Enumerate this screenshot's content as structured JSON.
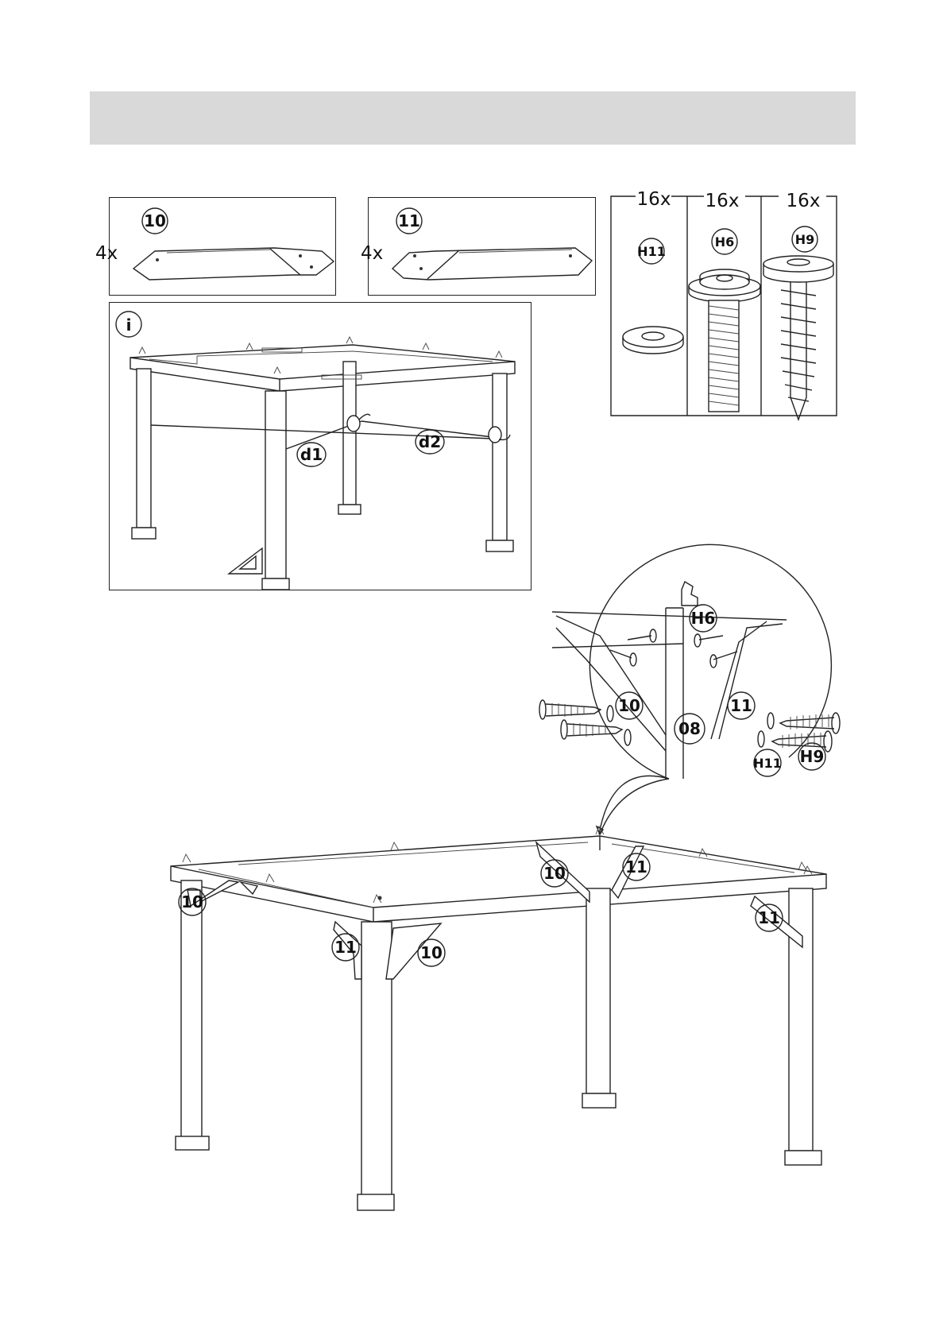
{
  "parts": [
    {
      "id": "10",
      "quantity": "4x"
    },
    {
      "id": "11",
      "quantity": "4x"
    }
  ],
  "hardware": [
    {
      "id": "H11",
      "quantity": "16x"
    },
    {
      "id": "H6",
      "quantity": "16x"
    },
    {
      "id": "H9",
      "quantity": "16x"
    }
  ],
  "info_panel": {
    "icon": "i",
    "labels": {
      "d1": "d1",
      "d2": "d2"
    }
  },
  "detail": {
    "labels": {
      "h6": "H6",
      "p10": "10",
      "p08": "08",
      "p11": "11",
      "h11": "H11",
      "h9": "H9"
    }
  },
  "main": {
    "labels": [
      "10",
      "11",
      "10",
      "11",
      "10",
      "11"
    ]
  },
  "colors": {
    "header_band": "#d9d9d9",
    "line": "#222222"
  }
}
